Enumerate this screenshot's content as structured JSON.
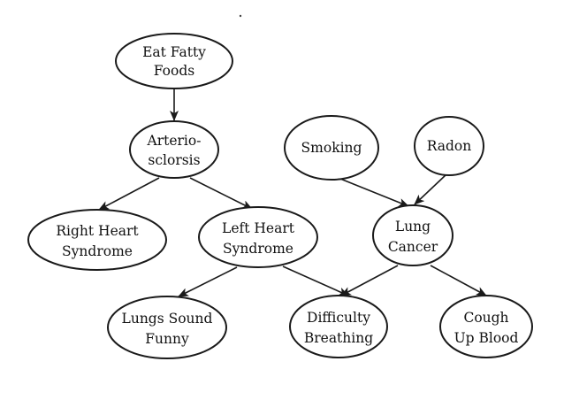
{
  "diagram": {
    "nodes": {
      "eat_fatty_foods": {
        "line1": "Eat Fatty",
        "line2": "Foods"
      },
      "arteriosclerosis": {
        "line1": "Arterio-",
        "line2": "sclorsis"
      },
      "smoking": {
        "line1": "Smoking"
      },
      "radon": {
        "line1": "Radon"
      },
      "right_heart": {
        "line1": "Right Heart",
        "line2": "Syndrome"
      },
      "left_heart": {
        "line1": "Left Heart",
        "line2": "Syndrome"
      },
      "lung_cancer": {
        "line1": "Lung",
        "line2": "Cancer"
      },
      "lungs_sound": {
        "line1": "Lungs Sound",
        "line2": "Funny"
      },
      "difficulty": {
        "line1": "Difficulty",
        "line2": "Breathing"
      },
      "cough": {
        "line1": "Cough",
        "line2": "Up Blood"
      }
    },
    "edges": [
      {
        "from": "Eat Fatty Foods",
        "to": "Arterio-sclorsis"
      },
      {
        "from": "Arterio-sclorsis",
        "to": "Right Heart Syndrome"
      },
      {
        "from": "Arterio-sclorsis",
        "to": "Left Heart Syndrome"
      },
      {
        "from": "Smoking",
        "to": "Lung Cancer"
      },
      {
        "from": "Radon",
        "to": "Lung Cancer"
      },
      {
        "from": "Left Heart Syndrome",
        "to": "Lungs Sound Funny"
      },
      {
        "from": "Left Heart Syndrome",
        "to": "Difficulty Breathing"
      },
      {
        "from": "Lung Cancer",
        "to": "Difficulty Breathing"
      },
      {
        "from": "Lung Cancer",
        "to": "Cough Up Blood"
      }
    ]
  }
}
